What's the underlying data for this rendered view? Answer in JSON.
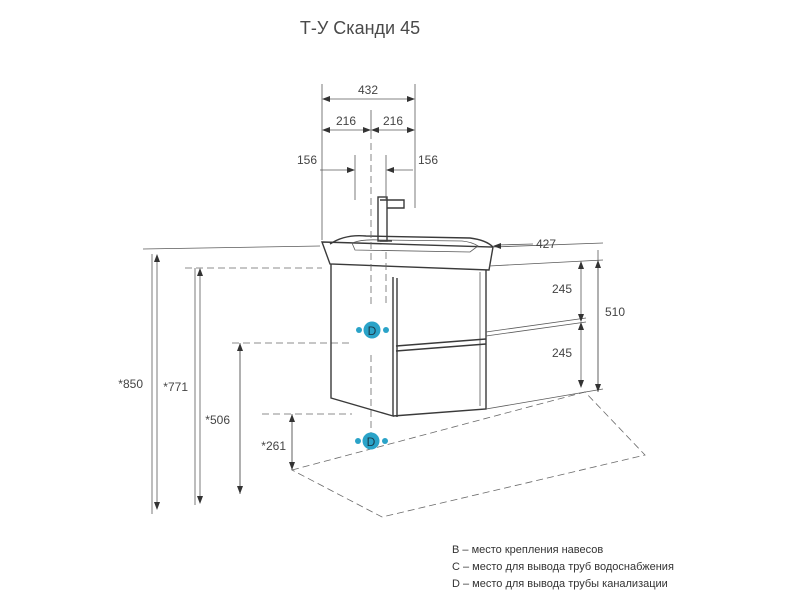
{
  "title": "Т-У Сканди 45",
  "dimensions": {
    "width_total": "432",
    "half_left": "216",
    "half_right": "216",
    "offset_left": "156",
    "offset_right": "156",
    "depth": "427",
    "drawer_top": "245",
    "drawer_bottom": "245",
    "front_height": "510",
    "height_850": "*850",
    "height_771": "*771",
    "height_506": "*506",
    "height_261": "*261"
  },
  "markers": {
    "upper": "D",
    "lower": "D"
  },
  "colors": {
    "marker": "#2aa3c8",
    "line": "#3a3a3a"
  },
  "legend": [
    "B – место крепления навесов",
    "C – место для вывода труб водоснабжения",
    "D – место для вывода трубы канализации"
  ]
}
